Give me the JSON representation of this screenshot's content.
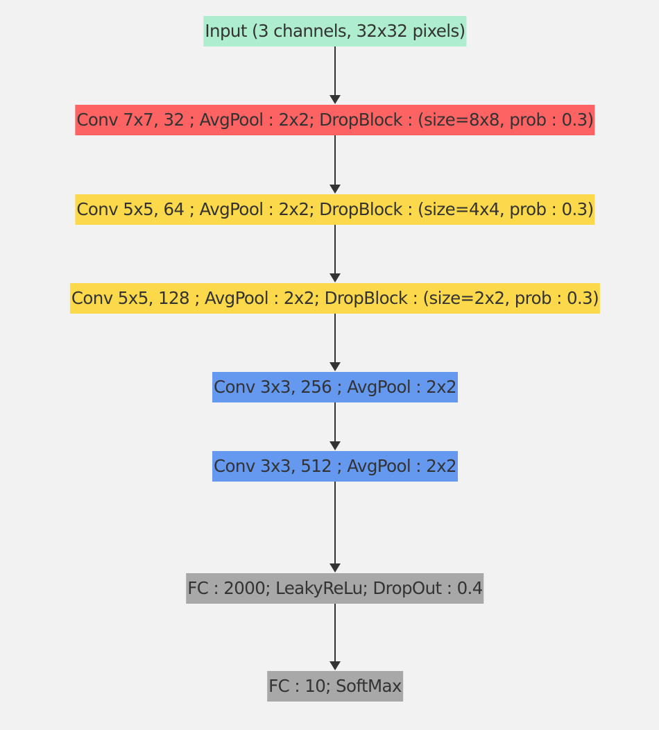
{
  "colors": {
    "background": "#f2f2f2",
    "arrow": "#333333",
    "text": "#333333"
  },
  "nodes": [
    {
      "label": "Input (3 channels, 32x32 pixels)",
      "color": "#aeedcd"
    },
    {
      "label": "Conv 7x7, 32 ; AvgPool : 2x2; DropBlock : (size=8x8, prob : 0.3)",
      "color": "#fd6363"
    },
    {
      "label": "Conv 5x5, 64 ; AvgPool : 2x2; DropBlock : (size=4x4, prob : 0.3)",
      "color": "#fcd94a"
    },
    {
      "label": "Conv 5x5, 128 ; AvgPool : 2x2; DropBlock : (size=2x2, prob : 0.3)",
      "color": "#fcd94a"
    },
    {
      "label": "Conv 3x3, 256 ; AvgPool : 2x2",
      "color": "#6499ef"
    },
    {
      "label": "Conv 3x3, 512 ; AvgPool : 2x2",
      "color": "#6499ef"
    },
    {
      "label": "FC : 2000; LeakyReLu; DropOut : 0.4",
      "color": "#a8a8a8"
    },
    {
      "label": "FC : 10; SoftMax",
      "color": "#a8a8a8"
    }
  ]
}
